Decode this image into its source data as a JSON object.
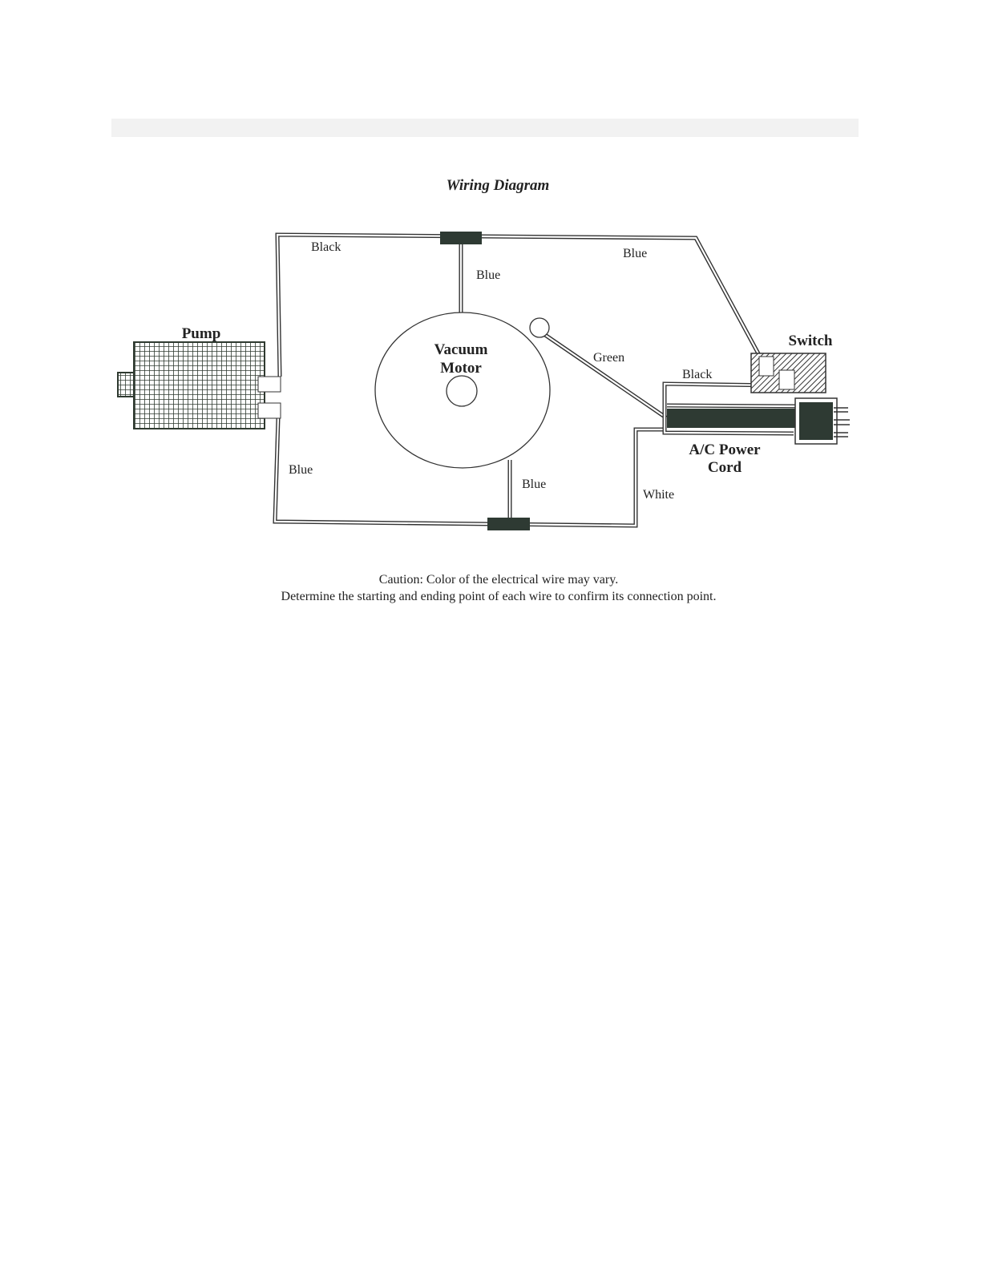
{
  "diagram": {
    "title": "Wiring Diagram",
    "components": {
      "pump": "Pump",
      "vacuum_motor_line1": "Vacuum",
      "vacuum_motor_line2": "Motor",
      "switch": "Switch",
      "power_cord_line1": "A/C Power",
      "power_cord_line2": "Cord"
    },
    "wire_labels": {
      "top_left": "Black",
      "top_right": "Blue",
      "motor_top": "Blue",
      "ground": "Green",
      "switch_to_cord": "Black",
      "bottom_left": "Blue",
      "motor_bottom": "Blue",
      "cord_bottom": "White"
    },
    "caution_line1": "Caution:  Color of the electrical wire may vary.",
    "caution_line2": "Determine the starting and ending point of each wire to confirm its connection point."
  }
}
